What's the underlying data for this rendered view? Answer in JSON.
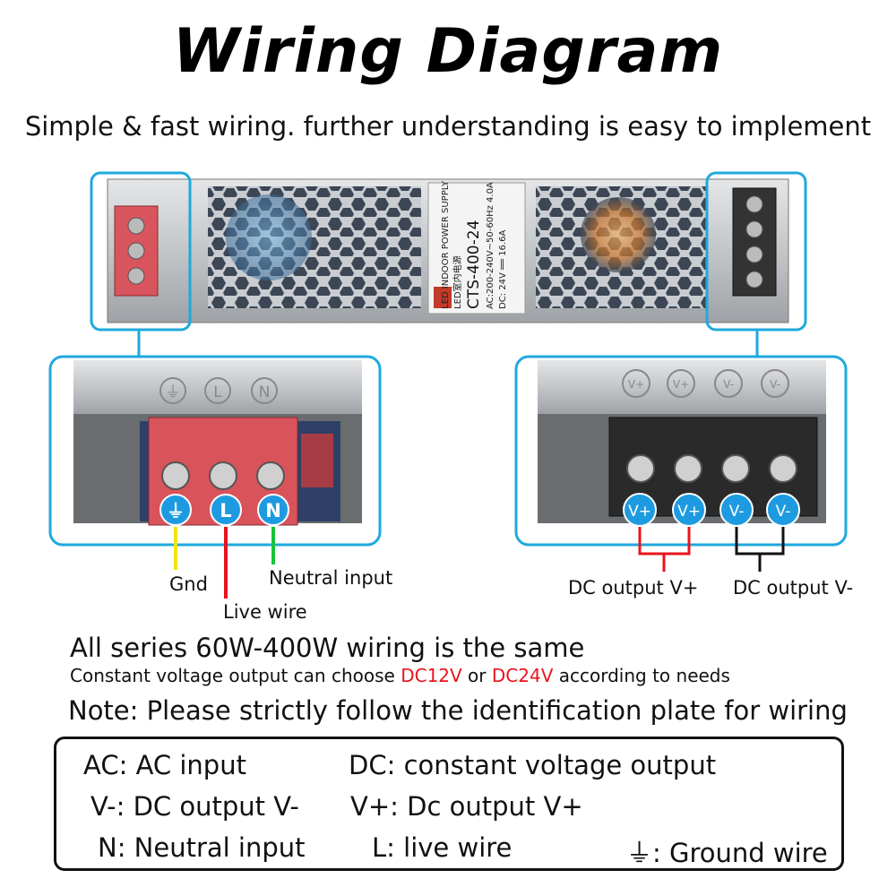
{
  "title": "Wiring Diagram",
  "subtitle": "Simple & fast wiring. further understanding is easy to implement",
  "label_plate": {
    "brand": "LED INDOOR POWER SUPPLY",
    "cn": "LED室内电源",
    "model": "CTS-400-24",
    "ac": "AC:200-240V~50-60Hz 4.0A",
    "dc": "DC: 24V ══ 16.6A"
  },
  "input_symbols": [
    "⏚",
    "L",
    "N"
  ],
  "input_terminals": [
    {
      "symbol": "⏚",
      "color": "#1e9be0"
    },
    {
      "symbol": "L",
      "color": "#1e9be0"
    },
    {
      "symbol": "N",
      "color": "#1e9be0"
    }
  ],
  "output_symbols": [
    "V+",
    "V+",
    "V-",
    "V-"
  ],
  "output_terminals": [
    "V+",
    "V+",
    "V-",
    "V-"
  ],
  "wire_labels": {
    "gnd": "Gnd",
    "live": "Live wire",
    "neutral": "Neutral  input",
    "dc_pos": "DC output V+",
    "dc_neg": "DC output V-"
  },
  "colors": {
    "accent": "#1fa9dc",
    "gnd_wire": "#f2e600",
    "live_wire": "#e8141c",
    "neutral_wire": "#19c43a",
    "dc_pos_wire": "#e8141c",
    "dc_neg_wire": "#111111",
    "highlight": "#e8141c"
  },
  "info": {
    "line1": "All series 60W-400W wiring is the same",
    "line2_pre": "Constant voltage output can choose ",
    "line2_dc12": "DC12V",
    "line2_mid": " or ",
    "line2_dc24": "DC24V",
    "line2_post": " according to needs",
    "note": "Note: Please strictly follow the identification plate for wiring"
  },
  "legend": {
    "ac": "AC: AC input",
    "dc": "DC: constant voltage output",
    "vminus": "V-: DC output V-",
    "vplus": "V+: Dc output V+",
    "n": "N: Neutral input",
    "l": "L: live wire",
    "ground": "⏚: Ground wire"
  }
}
